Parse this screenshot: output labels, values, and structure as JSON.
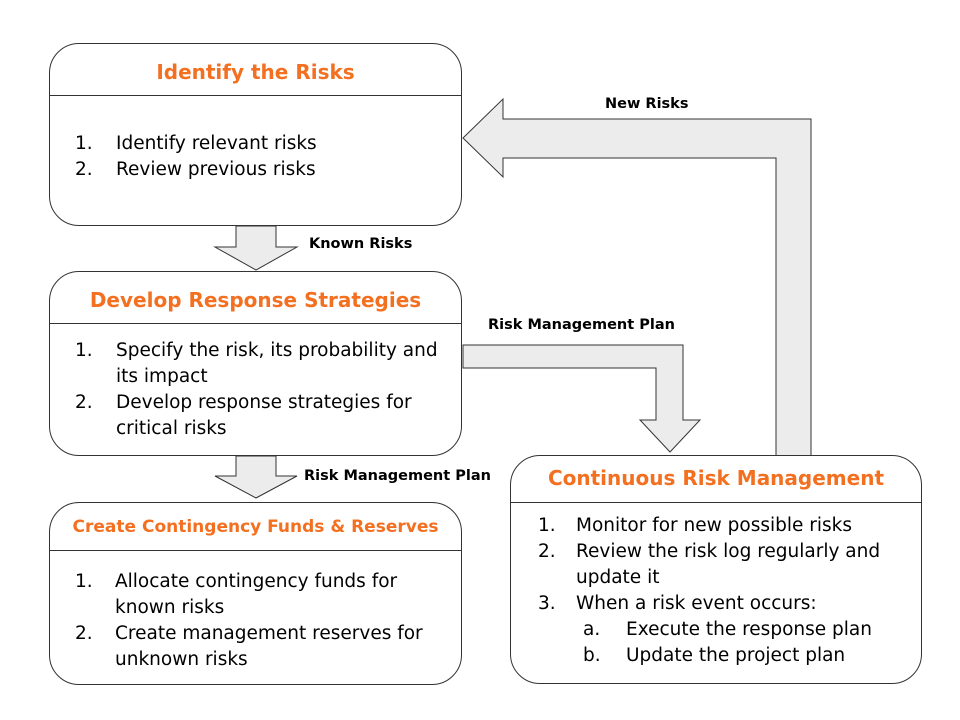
{
  "colors": {
    "accent": "#f37021",
    "arrow_fill": "#ececec",
    "border": "#333333"
  },
  "boxes": {
    "identify": {
      "title": "Identify the Risks",
      "items": [
        {
          "num": "1.",
          "text": "Identify relevant risks"
        },
        {
          "num": "2.",
          "text": "Review previous risks"
        }
      ]
    },
    "develop": {
      "title": "Develop Response Strategies",
      "items": [
        {
          "num": "1.",
          "text": "Specify the risk, its probability and its impact"
        },
        {
          "num": "2.",
          "text": "Develop response strategies for critical risks"
        }
      ]
    },
    "create": {
      "title": "Create Contingency Funds & Reserves",
      "items": [
        {
          "num": "1.",
          "text": "Allocate contingency funds for known risks"
        },
        {
          "num": "2.",
          "text": "Create management reserves for unknown risks"
        }
      ]
    },
    "continuous": {
      "title": "Continuous Risk Management",
      "items": [
        {
          "num": "1.",
          "text": "Monitor for new possible risks"
        },
        {
          "num": "2.",
          "text": "Review the risk log regularly and update it"
        },
        {
          "num": "3.",
          "text": "When a risk event occurs:"
        }
      ],
      "subitems": [
        {
          "num": "a.",
          "text": "Execute the response plan"
        },
        {
          "num": "b.",
          "text": "Update the project plan"
        }
      ]
    }
  },
  "arrow_labels": {
    "new_risks": "New Risks",
    "known_risks": "Known Risks",
    "rmp_to_continuous": "Risk Management Plan",
    "rmp_to_create": "Risk Management Plan"
  }
}
